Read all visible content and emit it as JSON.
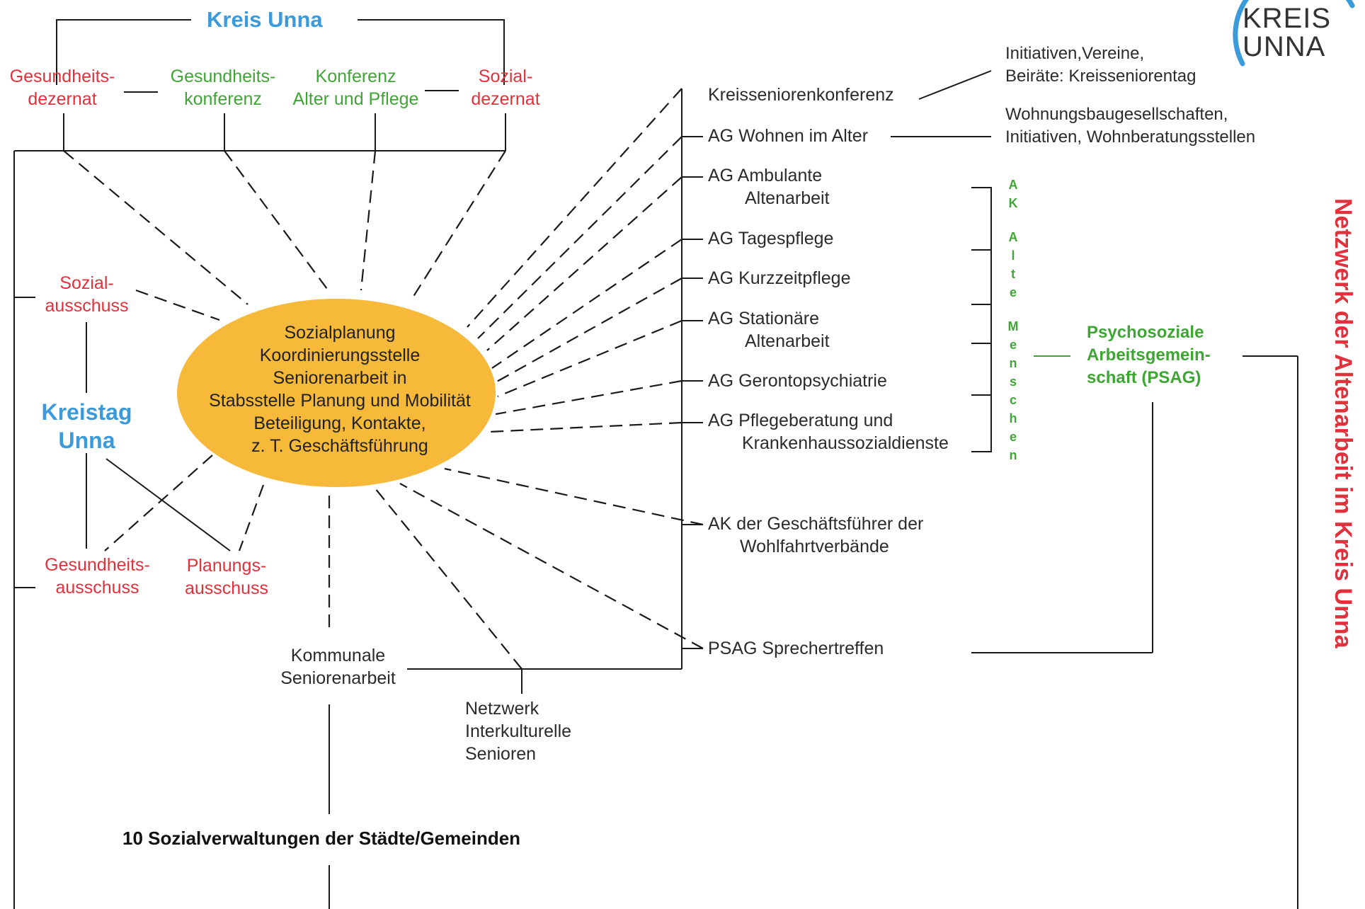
{
  "header": {
    "kreis_unna": "Kreis Unna",
    "logo_line1": "KREIS",
    "logo_line2": "UNNA"
  },
  "top": {
    "gesundheitsdezernat": [
      "Gesundheits-",
      "dezernat"
    ],
    "gesundheitskonferenz": [
      "Gesundheits-",
      "konferenz"
    ],
    "konferenz_alter": [
      "Konferenz",
      "Alter und Pflege"
    ],
    "sozialdezernat": [
      "Sozial-",
      "dezernat"
    ]
  },
  "left": {
    "sozialausschuss": [
      "Sozial-",
      "ausschuss"
    ],
    "kreistag": [
      "Kreistag",
      "Unna"
    ],
    "gesundheitsausschuss": [
      "Gesundheits-",
      "ausschuss"
    ],
    "planungsausschuss": [
      "Planungs-",
      "ausschuss"
    ]
  },
  "center": {
    "lines": [
      "Sozialplanung",
      "Koordinierungsstelle",
      "Seniorenarbeit in",
      "Stabsstelle Planung und Mobilität",
      "Beteiligung, Kontakte,",
      "z. T. Geschäftsführung"
    ],
    "fill": "#f6b93a"
  },
  "right": {
    "kreisseniorenkonferenz": "Kreisseniorenkonferenz",
    "initiativen": [
      "Initiativen,Vereine,",
      "Beiräte: Kreisseniorentag"
    ],
    "wohnen": "AG  Wohnen im Alter",
    "wohnungsbau": [
      "Wohnungsbaugesellschaften,",
      "Initiativen, Wohnberatungsstellen"
    ],
    "ambulante": [
      "AG  Ambulante",
      "Altenarbeit"
    ],
    "tagespflege": "AG  Tagespflege",
    "kurzzeitpflege": "AG  Kurzzeitpflege",
    "stationaere": [
      "AG  Stationäre",
      "Altenarbeit"
    ],
    "gerontopsychiatrie": "AG  Gerontopsychiatrie",
    "pflegeberatung": [
      "AG  Pflegeberatung und",
      "Krankenhaussozialdienste"
    ],
    "ak_geschaeftsfuehrer": [
      "AK der Geschäftsführer der",
      "Wohlfahrtverbände"
    ],
    "psag_sprecher": "PSAG Sprechertreffen",
    "ak_alte_menschen": [
      "A",
      "K",
      "",
      "A",
      "l",
      "t",
      "e",
      "",
      "M",
      "e",
      "n",
      "s",
      "c",
      "h",
      "e",
      "n"
    ],
    "psag": [
      "Psychosoziale",
      "Arbeitsgemein-",
      "schaft (PSAG)"
    ],
    "side_title_red": "Netzwerk der Altenarbeit im Kreis Unna"
  },
  "bottom": {
    "kommunale": [
      "Kommunale",
      "Seniorenarbeit"
    ],
    "netzwerk": [
      "Netzwerk",
      "Interkulturelle",
      "Senioren"
    ],
    "sozialverwaltungen": "10 Sozialverwaltungen der Städte/Gemeinden"
  },
  "colors": {
    "red": "#e0323c",
    "green": "#3fa535",
    "blue": "#3b9ad9",
    "orange": "#f6b93a"
  }
}
